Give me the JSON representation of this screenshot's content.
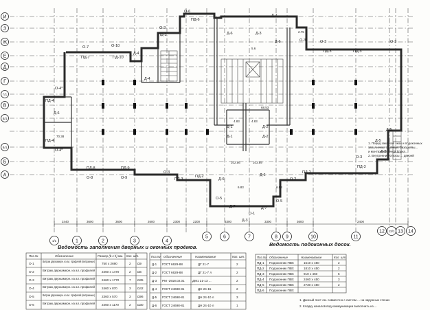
{
  "axes": {
    "top_left_letters": [
      "И",
      "З",
      "Ж",
      "Е",
      "Д",
      "Г",
      "Г/1",
      "В",
      "В/1",
      "Б/1",
      "Б",
      "А"
    ],
    "bottom_numbers": [
      "1/1",
      "1",
      "2",
      "3",
      "4",
      "5",
      "6",
      "7",
      "8",
      "9",
      "10",
      "11",
      "12",
      "12/1",
      "13",
      "14"
    ]
  },
  "labels": {
    "o6": "О-6",
    "pd6": "ПД-6",
    "d7": "Д-7",
    "o7": "О-7",
    "o10": "О-10",
    "pd7": "ПД-7",
    "pd10": "ПД-10",
    "d4a": "Д-4",
    "d4b": "Д-4",
    "o3a": "О-3",
    "pd3a": "ПД-3",
    "d6a": "Д-6",
    "d3a": "Д-3",
    "d6b": "Д-6",
    "o3b": "О-3",
    "pd3b": "ПД-3",
    "o3c": "О-3",
    "pd3c": "ПД-3",
    "o4a": "О-4*",
    "pd4a": "ПД-4",
    "d6c": "Д-6",
    "o4b": "О-4*",
    "pd4b": "ПД-4",
    "d1a": "Д-1",
    "d2a": "Д-2",
    "d1b": "Д-1",
    "d2b": "Д-2",
    "d5a": "Д-5",
    "d5b": "Д-5",
    "o3d": "О-3",
    "pd3d": "ПД-3",
    "pd8": "ПД-8",
    "pd9": "ПД-9",
    "o8": "О-8",
    "o9": "О-9",
    "o3e": "О-3",
    "pd3e": "ПД-3",
    "pd2": "ПД-2",
    "d6d": "Д-6",
    "o2": "О-2",
    "pd2b": "ПД-2",
    "d6e": "Д-6",
    "o5a": "О-5",
    "d7b": "Д-7",
    "o5b": "О-5",
    "d7c": "Д-7",
    "o1": "О-1",
    "d3b": "Д-3",
    "d5c": "Д-5",
    "o3f": "О-3",
    "area1": "68.53",
    "area2": "4.83",
    "area3": "4.83",
    "area4": "102.56",
    "area5": "103.89",
    "area6": "6.83",
    "area7": "6.83",
    "area8": "70.38",
    "area9": "5.6",
    "area10": "2.75"
  },
  "dimensions": [
    "2440",
    "3600",
    "3600",
    "2600",
    "2300",
    "2200",
    "3300",
    "3300",
    "3600",
    "2400"
  ],
  "notes": {
    "right": "1. Перед закачкой окон и подоконных заполнения проёмов. Зазоры вы... и монтажной пеной блока... 2. Внутренние откосы ... дверей",
    "bottom1": "1. Данный лист см. совместно с листом ... на наружных стенах",
    "bottom2": "2. Кладку каналов вод коммуникации выполнить из ..."
  },
  "table1": {
    "title": "Ведомость заполнения дверных и оконных проёмов.",
    "headers": [
      "Поз.№",
      "Обозначение",
      "Размер (b x h) мм.",
      "Кол. шт.",
      "Прим."
    ],
    "rows": [
      [
        "О-1",
        "Витраж двухкамерн. из ал. профилей (витражные)",
        "750 х 2690",
        "2",
        "Ω9"
      ],
      [
        "О-2",
        "Витраж двухкамерн. из ал. профилей",
        "2460 х 1470",
        "2",
        "Ω6"
      ],
      [
        "О-3",
        "Витраж двухкамерн. из ал. профилей",
        "2460 х 1770",
        "7",
        "Ω35"
      ],
      [
        "О-4",
        "Витраж двухкамерн. из ал. профилей",
        "2460 х 870",
        "3",
        "Ω42"
      ],
      [
        "О-5",
        "Витраж двухкамерн. из ал. профилей (витражные)",
        "2360 х 570",
        "3",
        "Ω96"
      ],
      [
        "О-6",
        "Витраж двухкамерн. из ал. профилей",
        "2460 х 1170",
        "2",
        "Ω30"
      ]
    ]
  },
  "table2": {
    "headers": [
      "Поз.№",
      "Обозначение",
      "Наименование",
      "Кол. шт."
    ],
    "rows": [
      [
        "Д-1",
        "ГОСТ 6629-88",
        "ДГ 21-7",
        "2"
      ],
      [
        "Д-2",
        "ГОСТ 6629-88",
        "ДГ 21-7 л",
        "2"
      ],
      [
        "Д-3",
        "РМ -2918.02.01",
        "ДМ1 21-13 ...",
        "2"
      ],
      [
        "Д-4",
        "ГОСТ 24698-81",
        "ДН 24-15",
        "2"
      ],
      [
        "Д-5",
        "ГОСТ 24698-81",
        "ДН 24-10 л",
        "3"
      ],
      [
        "Д-6",
        "ГОСТ 24698-81",
        "ДН 24-10 л",
        "1"
      ]
    ]
  },
  "table3": {
    "title": "Ведомость подоконных досок.",
    "headers": [
      "Поз.№",
      "Обозначение",
      "Наименование",
      "Кол. шт."
    ],
    "rows": [
      [
        "ПД-1",
        "Подоконник ПВХ",
        "1510 х 450",
        "2"
      ],
      [
        "ПД-2",
        "Подоконник ПВХ",
        "1810 х 450",
        "2"
      ],
      [
        "ПД-3",
        "Подоконник ПВХ",
        "910 х 450",
        "5"
      ],
      [
        "ПД-4",
        "Подоконник ПВХ",
        "2460 х 450",
        "3"
      ],
      [
        "ПД-5",
        "Подоконник ПВХ",
        "2730 х 450",
        "2"
      ],
      [
        "ПД-6",
        "Подоконник ПВХ",
        "",
        ""
      ]
    ]
  }
}
